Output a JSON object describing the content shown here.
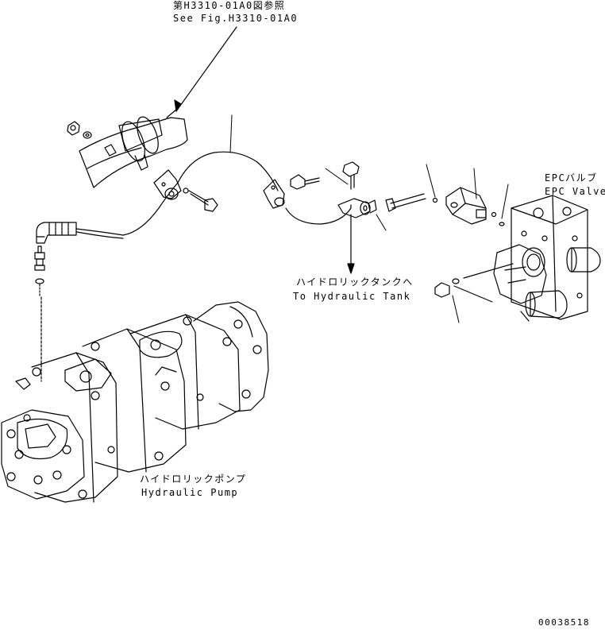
{
  "labels": {
    "ref_jp": "第H3310-01A0図参照",
    "ref_en": "See Fig.H3310-01A0",
    "epc_jp": "EPCバルブ",
    "epc_en": "EPC Valve",
    "tank_jp": "ハイドロリックタンクへ",
    "tank_en": "To Hydraulic Tank",
    "pump_jp": "ハイドロリックポンプ",
    "pump_en": "Hydraulic Pump",
    "drawing_no": "00038518"
  }
}
